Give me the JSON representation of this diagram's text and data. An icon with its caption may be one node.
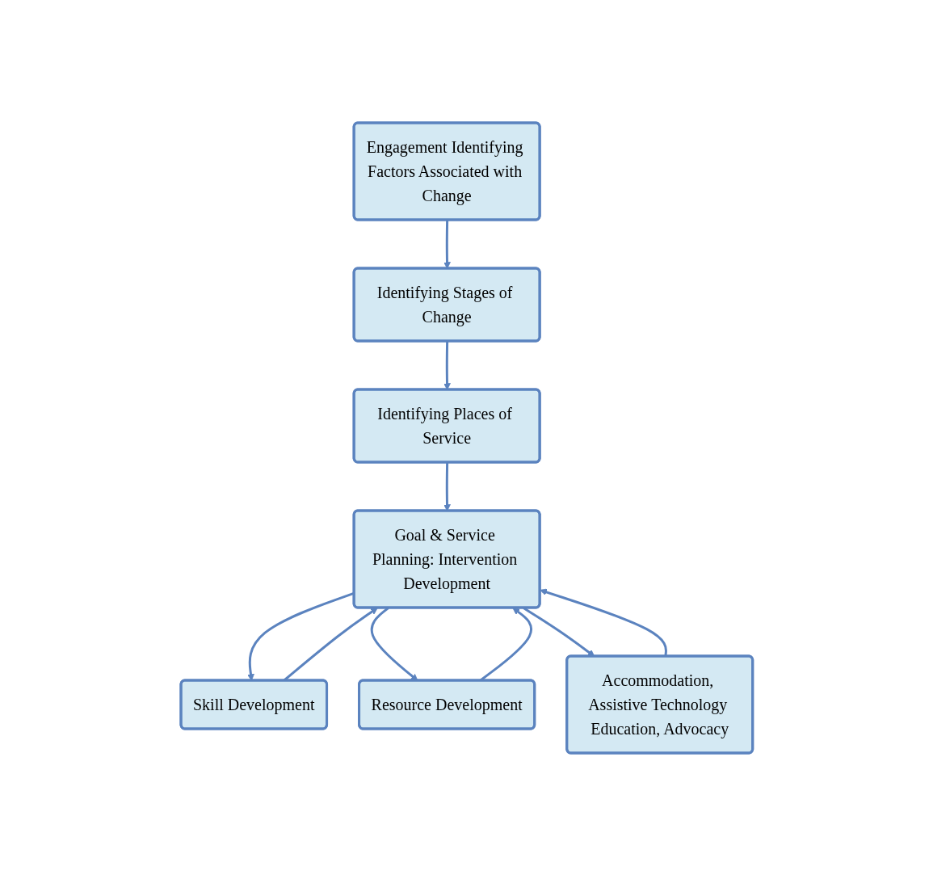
{
  "diagram": {
    "nodes": [
      {
        "text": [
          "Engagement Identifying Factors Associated with Change"
        ]
      },
      {
        "text": [
          "Identifying Stages of Change"
        ]
      },
      {
        "text": [
          "Identifying Places of Service"
        ]
      },
      {
        "text": [
          "Goal & Service Planning: Intervention Development"
        ]
      },
      {
        "text": [
          "Skill Development"
        ]
      },
      {
        "text": [
          "Resource Development"
        ]
      },
      {
        "text": [
          "Accommodation, Assistive Technology Education, Advocacy"
        ]
      }
    ],
    "edges": [
      {
        "from": 0,
        "to": 1,
        "arrow": "to"
      },
      {
        "from": 1,
        "to": 2,
        "arrow": "to"
      },
      {
        "from": 2,
        "to": 3,
        "arrow": "to"
      },
      {
        "from": 3,
        "to": 4,
        "arrow": "to"
      },
      {
        "from": 3,
        "to": 5,
        "arrow": "to"
      },
      {
        "from": 3,
        "to": 6,
        "arrow": "to"
      },
      {
        "from": 4,
        "to": 3,
        "arrow": "to"
      },
      {
        "from": 5,
        "to": 3,
        "arrow": "to"
      },
      {
        "from": 6,
        "to": 3,
        "arrow": "to"
      }
    ]
  }
}
